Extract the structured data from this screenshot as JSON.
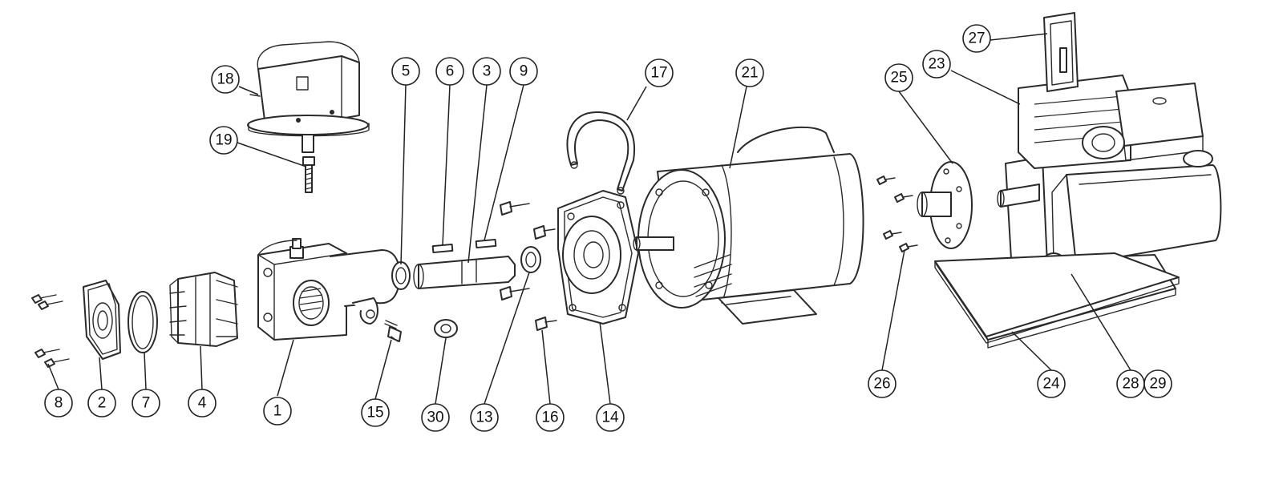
{
  "callouts": [
    {
      "id": "c1",
      "label": "1"
    },
    {
      "id": "c2",
      "label": "2"
    },
    {
      "id": "c3",
      "label": "3"
    },
    {
      "id": "c4",
      "label": "4"
    },
    {
      "id": "c5",
      "label": "5"
    },
    {
      "id": "c6",
      "label": "6"
    },
    {
      "id": "c7",
      "label": "7"
    },
    {
      "id": "c8",
      "label": "8"
    },
    {
      "id": "c9",
      "label": "9"
    },
    {
      "id": "c13",
      "label": "13"
    },
    {
      "id": "c14",
      "label": "14"
    },
    {
      "id": "c15",
      "label": "15"
    },
    {
      "id": "c16",
      "label": "16"
    },
    {
      "id": "c17",
      "label": "17"
    },
    {
      "id": "c18",
      "label": "18"
    },
    {
      "id": "c19",
      "label": "19"
    },
    {
      "id": "c21",
      "label": "21"
    },
    {
      "id": "c23",
      "label": "23"
    },
    {
      "id": "c24",
      "label": "24"
    },
    {
      "id": "c25",
      "label": "25"
    },
    {
      "id": "c26",
      "label": "26"
    },
    {
      "id": "c27",
      "label": "27"
    },
    {
      "id": "c28",
      "label": "28"
    },
    {
      "id": "c29",
      "label": "29"
    },
    {
      "id": "c30",
      "label": "30"
    }
  ]
}
